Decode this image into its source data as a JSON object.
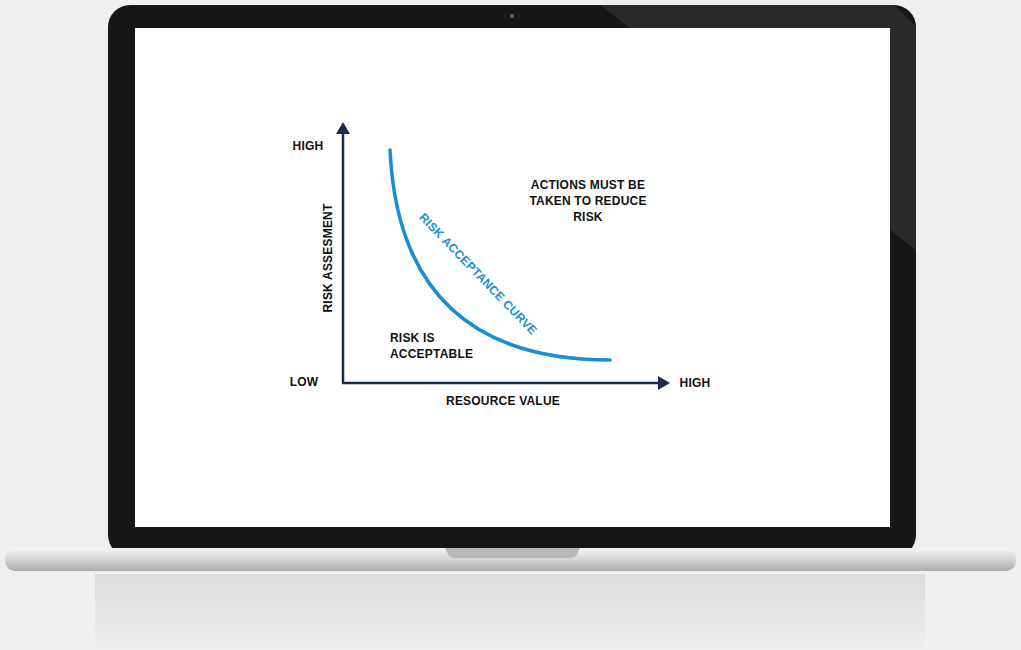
{
  "diagram": {
    "labels": [
      "HIGH",
      "RISK ASSESMENT",
      "LOW",
      "HIGH",
      "RESOURCE VALUE",
      "RISK ACCEPTANCE CURVE",
      "ACTIONS MUST BE TAKEN TO REDUCE RISK",
      "RISK IS ACCEPTABLE"
    ]
  }
}
